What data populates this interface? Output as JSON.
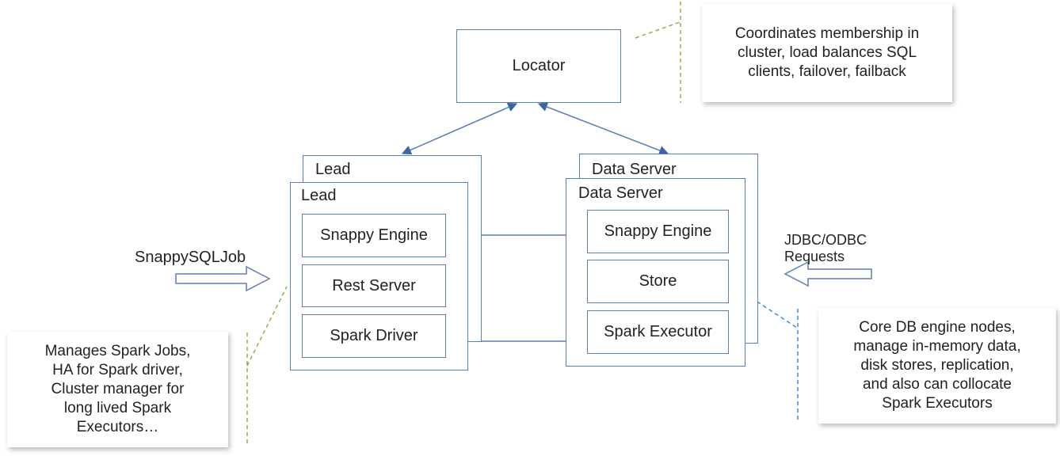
{
  "locator": {
    "label": "Locator"
  },
  "lead": {
    "back_label": "Lead",
    "front_label": "Lead",
    "components": [
      "Snappy Engine",
      "Rest Server",
      "Spark Driver"
    ]
  },
  "data_server": {
    "back_label": "Data Server",
    "front_label": "Data Server",
    "components": [
      "Snappy Engine",
      "Store",
      "Spark Executor"
    ]
  },
  "inputs": {
    "job_label": "SnappySQLJob",
    "requests_line1": "JDBC/ODBC",
    "requests_line2": "Requests"
  },
  "notes": {
    "locator_note": [
      "Coordinates membership in",
      "cluster, load balances SQL",
      "clients, failover, failback"
    ],
    "lead_note": [
      "Manages Spark Jobs,",
      "HA for Spark driver,",
      "Cluster manager for",
      "long lived Spark",
      "Executors…"
    ],
    "server_note": [
      "Core DB engine nodes,",
      "manage in-memory data,",
      "disk stores, replication,",
      "and also can collocate",
      "Spark Executors"
    ]
  },
  "colors": {
    "line": "#5a7fb5",
    "green_dash": "#8ab04a",
    "blue_dash": "#3a8ad8"
  }
}
